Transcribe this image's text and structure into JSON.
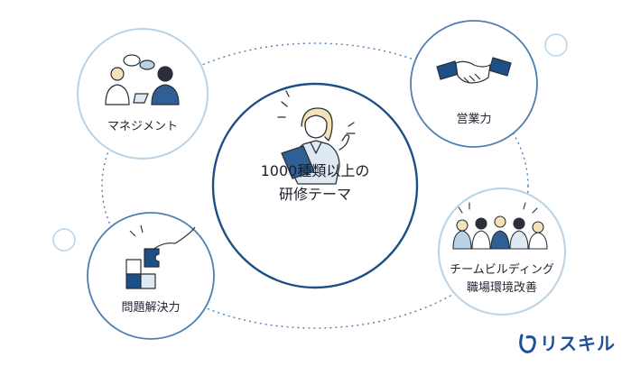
{
  "center": {
    "line1": "1000種類以上の",
    "line2": "研修テーマ"
  },
  "topics": {
    "management": "マネジメント",
    "sales": "営業力",
    "teambuilding": {
      "line1": "チームビルディング",
      "line2": "職場環境改善"
    },
    "problem_solving": "問題解決力"
  },
  "brand": {
    "name": "リスキル"
  },
  "colors": {
    "ring_dark": "#1d4f86",
    "ring_light": "#b9d3e6",
    "dotted": "#4f7fb0",
    "accent": "#1f4e9a"
  }
}
